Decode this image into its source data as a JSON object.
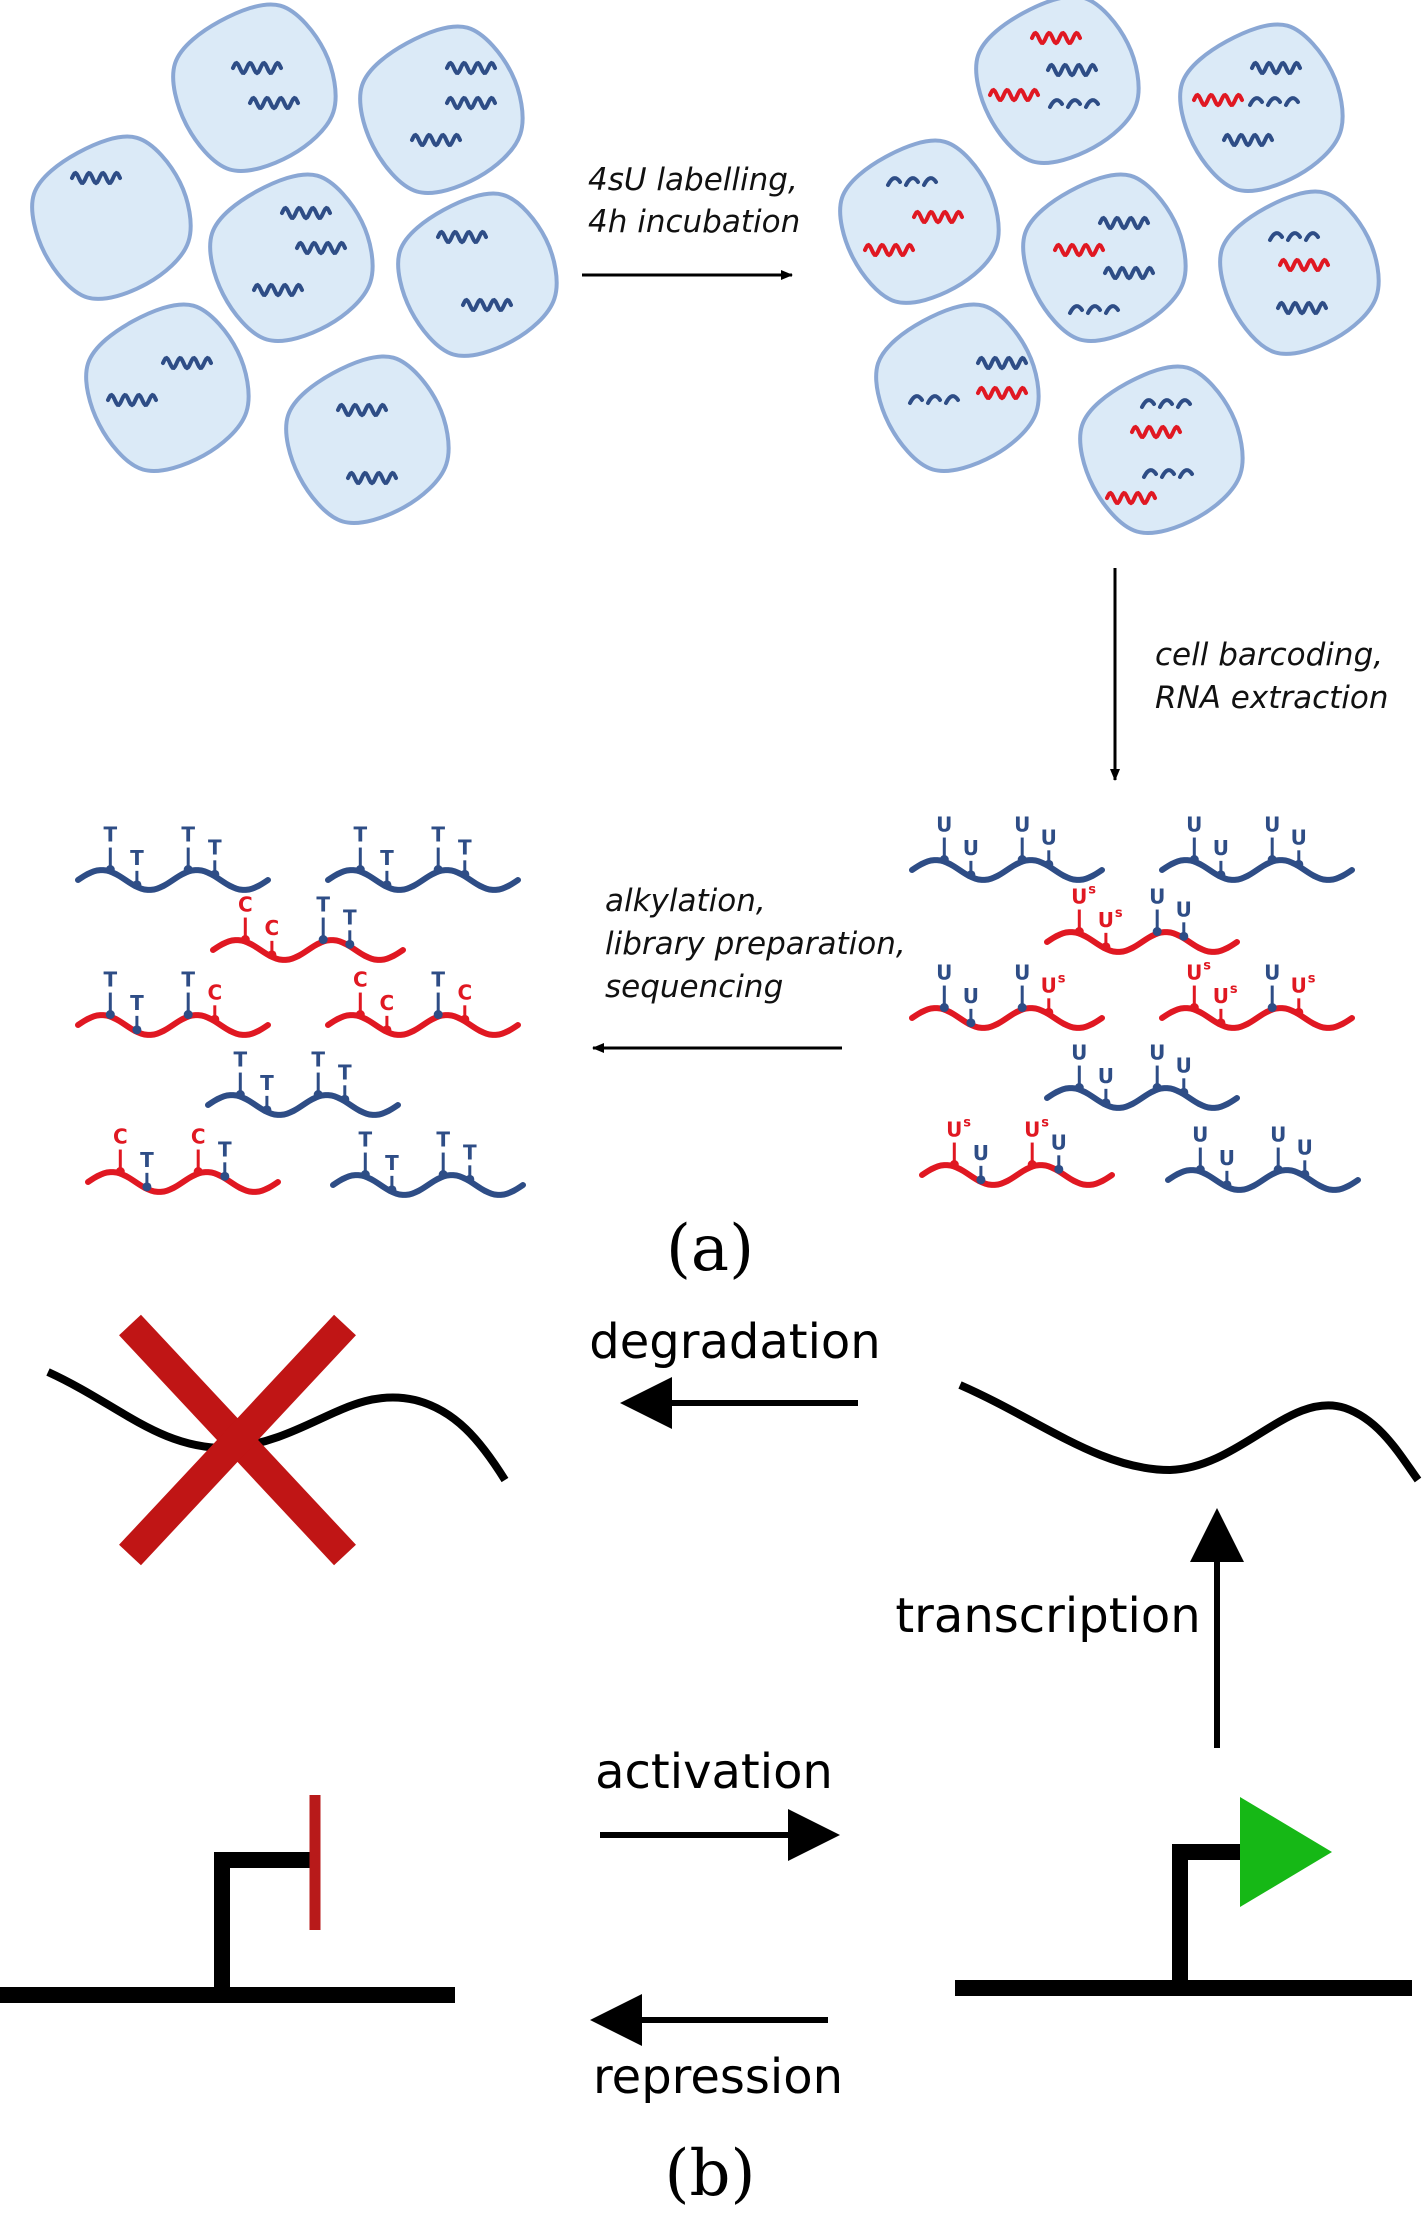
{
  "panel_a": {
    "label": "(a)",
    "step_labelling": [
      "4sU labelling,",
      "4h incubation"
    ],
    "step_barcoding": [
      "cell barcoding,",
      "RNA extraction"
    ],
    "step_sequencing": [
      "alkylation,",
      "library preparation,",
      "sequencing"
    ],
    "base_T": "T",
    "base_U": "U",
    "base_C": "C",
    "mod_s": "s"
  },
  "panel_b": {
    "label": "(b)",
    "degradation": "degradation",
    "transcription": "transcription",
    "activation": "activation",
    "repression": "repression"
  },
  "colors": {
    "cell_fill": "#dbeaf7",
    "cell_stroke": "#8aa7d4",
    "old_rna": "#2e4d86",
    "new_rna": "#e01822",
    "cross": "#c01515",
    "promoter_on": "#16b816",
    "promoter_off": "#b81a1a"
  }
}
